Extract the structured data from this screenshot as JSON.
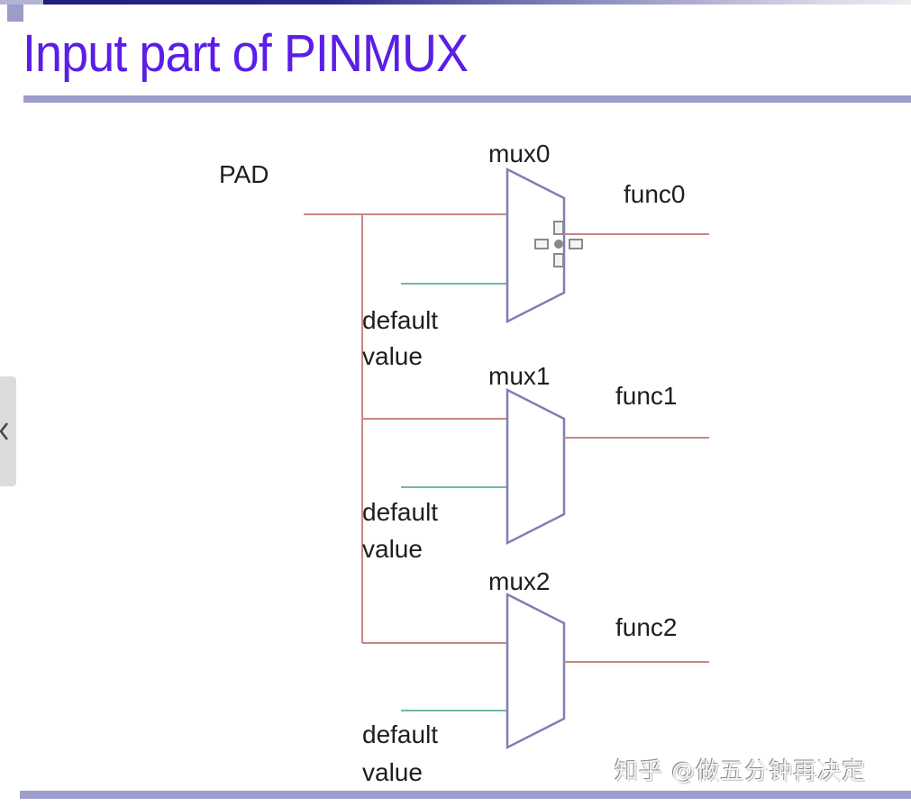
{
  "slide": {
    "title": "Input part of PINMUX"
  },
  "diagram": {
    "input_label": "PAD",
    "muxes": [
      {
        "name": "mux0",
        "output": "func0",
        "default_label_line1": "default",
        "default_label_line2": "value"
      },
      {
        "name": "mux1",
        "output": "func1",
        "default_label_line1": "default",
        "default_label_line2": "value"
      },
      {
        "name": "mux2",
        "output": "func2",
        "default_label_line1": "default",
        "default_label_line2": "value"
      }
    ],
    "colors": {
      "pad_wire": "#c98686",
      "default_wire": "#6fb9a8",
      "mux_outline": "#7f7fb4",
      "output_wire": "#c98686",
      "title": "#5a1ee6",
      "rule": "#9e9ccc"
    }
  },
  "overlay": {
    "cursor_icon": "move-cursor-icon",
    "side_tab_icon": "chevron-left-icon"
  },
  "watermark": {
    "text": "知乎 @做五分钟再决定"
  }
}
